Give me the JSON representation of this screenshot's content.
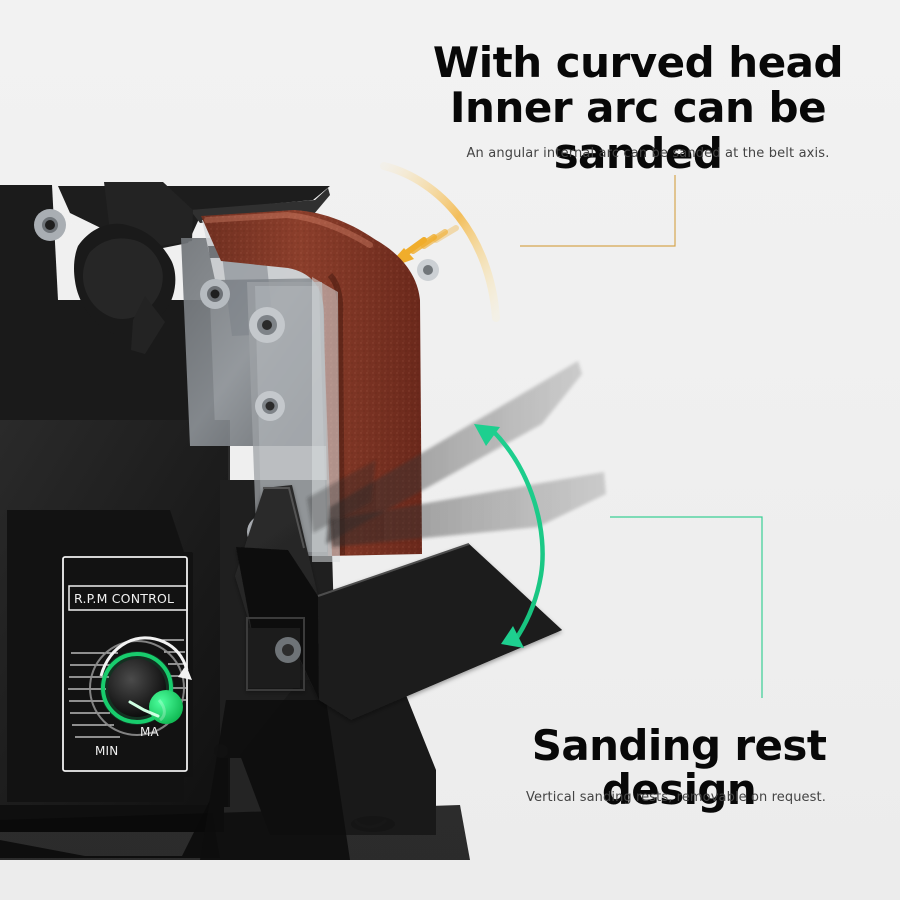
{
  "headline": {
    "line1": "With curved head",
    "line2": "Inner arc can be sanded"
  },
  "top_caption": "An angular internal arc can be sanded at the belt axis.",
  "bottom_title": "Sanding rest design",
  "bottom_caption": "Vertical sanding rests, removable on request.",
  "control_panel": {
    "label": "R.P.M CONTROL",
    "min_label": "MIN",
    "max_label": "MA"
  },
  "colors": {
    "accent_orange": "#f0ad2c",
    "accent_green": "#24d48f",
    "belt": "#8b3e2b"
  }
}
